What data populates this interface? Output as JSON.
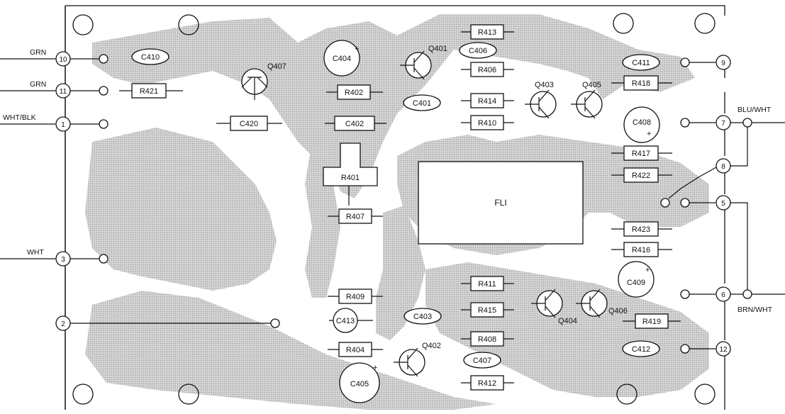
{
  "wires": {
    "w1": "GRN",
    "w2": "GRN",
    "w3": "WHT/BLK",
    "w4": "WHT",
    "w5": "BLU/WHT",
    "w6": "BRN/WHT"
  },
  "pins": {
    "p10": "10",
    "p11": "11",
    "p1": "1",
    "p3": "3",
    "p2": "2",
    "p9": "9",
    "p7": "7",
    "p8": "8",
    "p5": "5",
    "p6": "6",
    "p12": "12"
  },
  "resistors": {
    "r413": "R413",
    "r406": "R406",
    "r414": "R414",
    "r410": "R410",
    "r418": "R418",
    "r417": "R417",
    "r422": "R422",
    "r421": "R421",
    "r402": "R402",
    "r407": "R407",
    "r423": "R423",
    "r416": "R416",
    "r411": "R411",
    "r415": "R415",
    "r408": "R408",
    "r412": "R412",
    "r419": "R419",
    "r409": "R409",
    "r404": "R404"
  },
  "capacitors": {
    "c410": "C410",
    "c404": "C404",
    "c406": "C406",
    "c411": "C411",
    "c401": "C401",
    "c420": "C420",
    "c402": "C402",
    "c408": "C408",
    "c403": "C403",
    "c413": "C413",
    "c407": "C407",
    "c405": "C405",
    "c409": "C409",
    "c412": "C412"
  },
  "potentiometer": {
    "r401": "R401"
  },
  "transistors": {
    "q401": "Q401",
    "q407": "Q407",
    "q403": "Q403",
    "q405": "Q405",
    "q404": "Q404",
    "q406": "Q406",
    "q402": "Q402"
  },
  "filter": {
    "fl1": "FLI"
  },
  "polarity": {
    "plus": "+"
  }
}
